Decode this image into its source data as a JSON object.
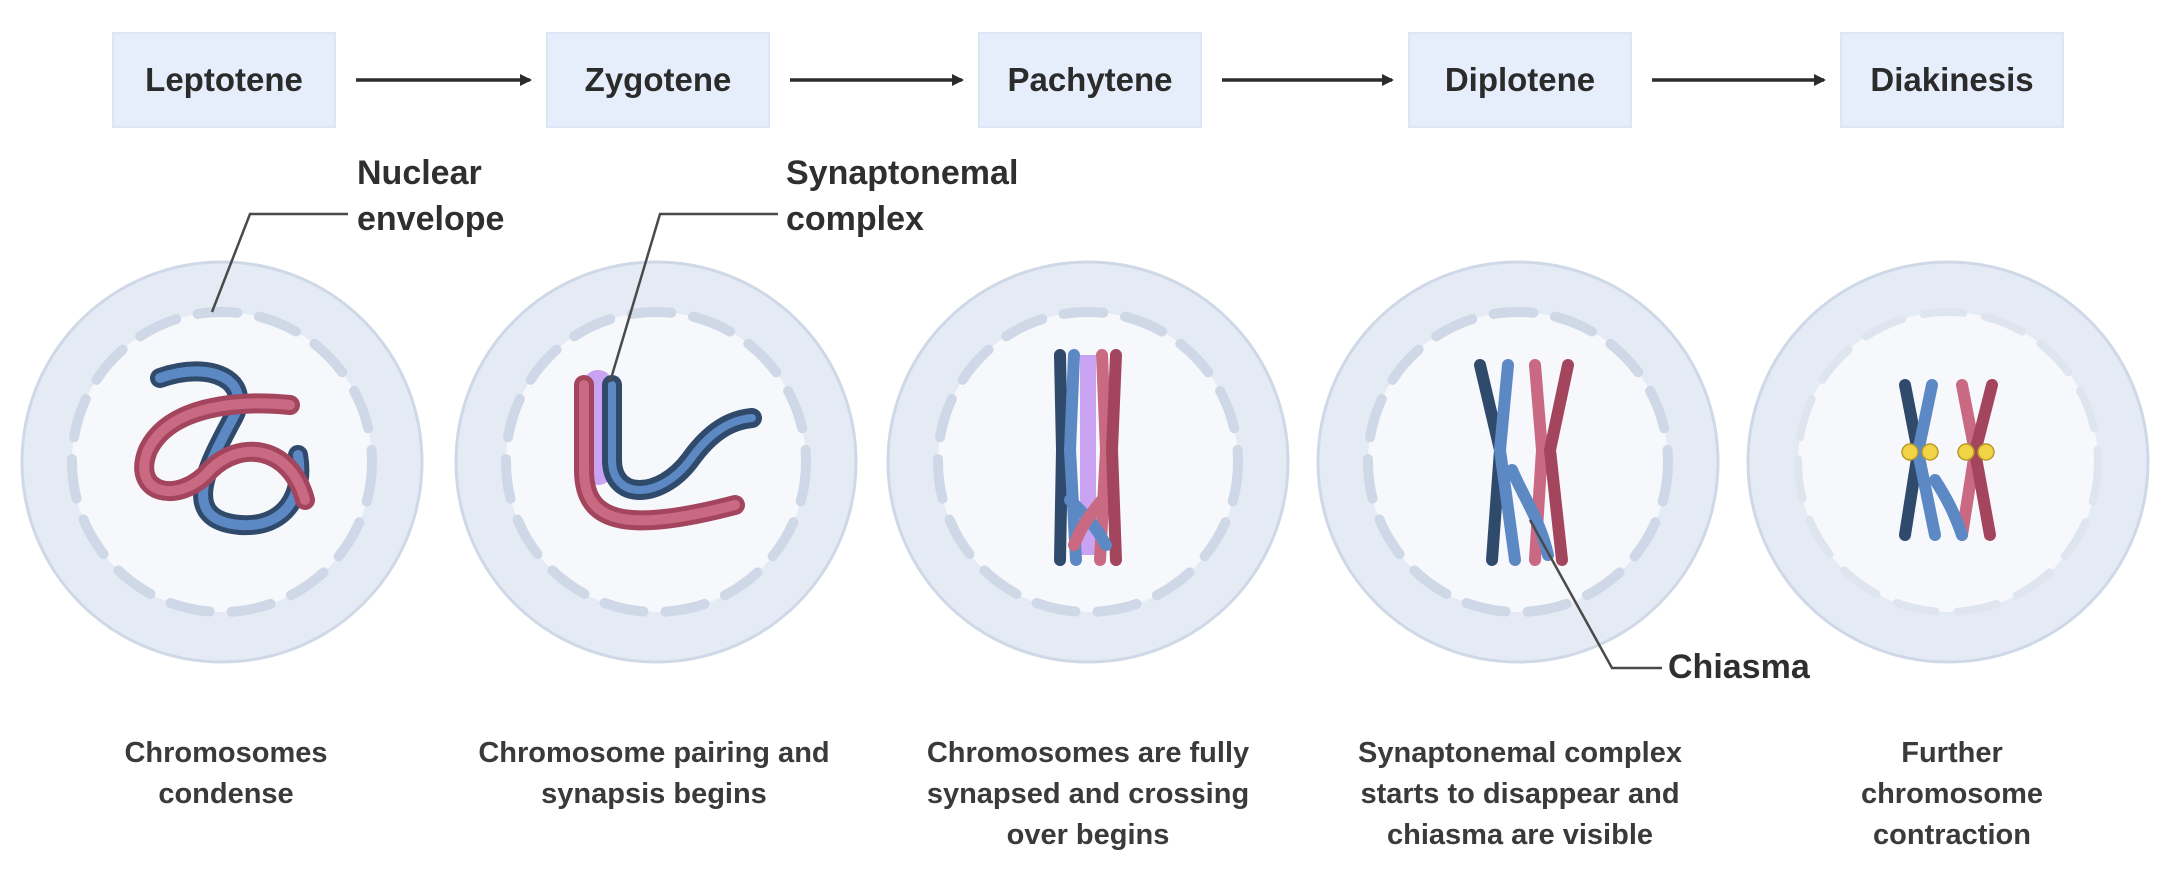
{
  "stages": [
    {
      "name": "Leptotene",
      "caption": [
        "Chromosomes",
        "condense"
      ]
    },
    {
      "name": "Zygotene",
      "caption": [
        "Chromosome pairing and",
        "synapsis begins"
      ]
    },
    {
      "name": "Pachytene",
      "caption": [
        "Chromosomes are fully",
        "synapsed and crossing",
        "over begins"
      ]
    },
    {
      "name": "Diplotene",
      "caption": [
        "Synaptonemal complex",
        "starts to disappear and",
        "chiasma are visible"
      ]
    },
    {
      "name": "Diakinesis",
      "caption": [
        "Further",
        "chromosome",
        "contraction"
      ]
    }
  ],
  "labels": {
    "nuclear_envelope": [
      "Nuclear",
      "envelope"
    ],
    "synaptonemal_complex": [
      "Synaptonemal",
      "complex"
    ],
    "chiasma": "Chiasma"
  },
  "colors": {
    "stage_box": "#e6eefb",
    "cell_outer": "#e5ebf5",
    "cell_inner": "#f6f8fc",
    "chromosome_dark": "#2f4a6b",
    "chromosome_blue": "#5c88c4",
    "chromosome_pink": "#c96a82",
    "chromosome_maroon": "#a4455e",
    "synaptonemal": "#c9a2f2",
    "chiasma_dot": "#f0d443"
  }
}
